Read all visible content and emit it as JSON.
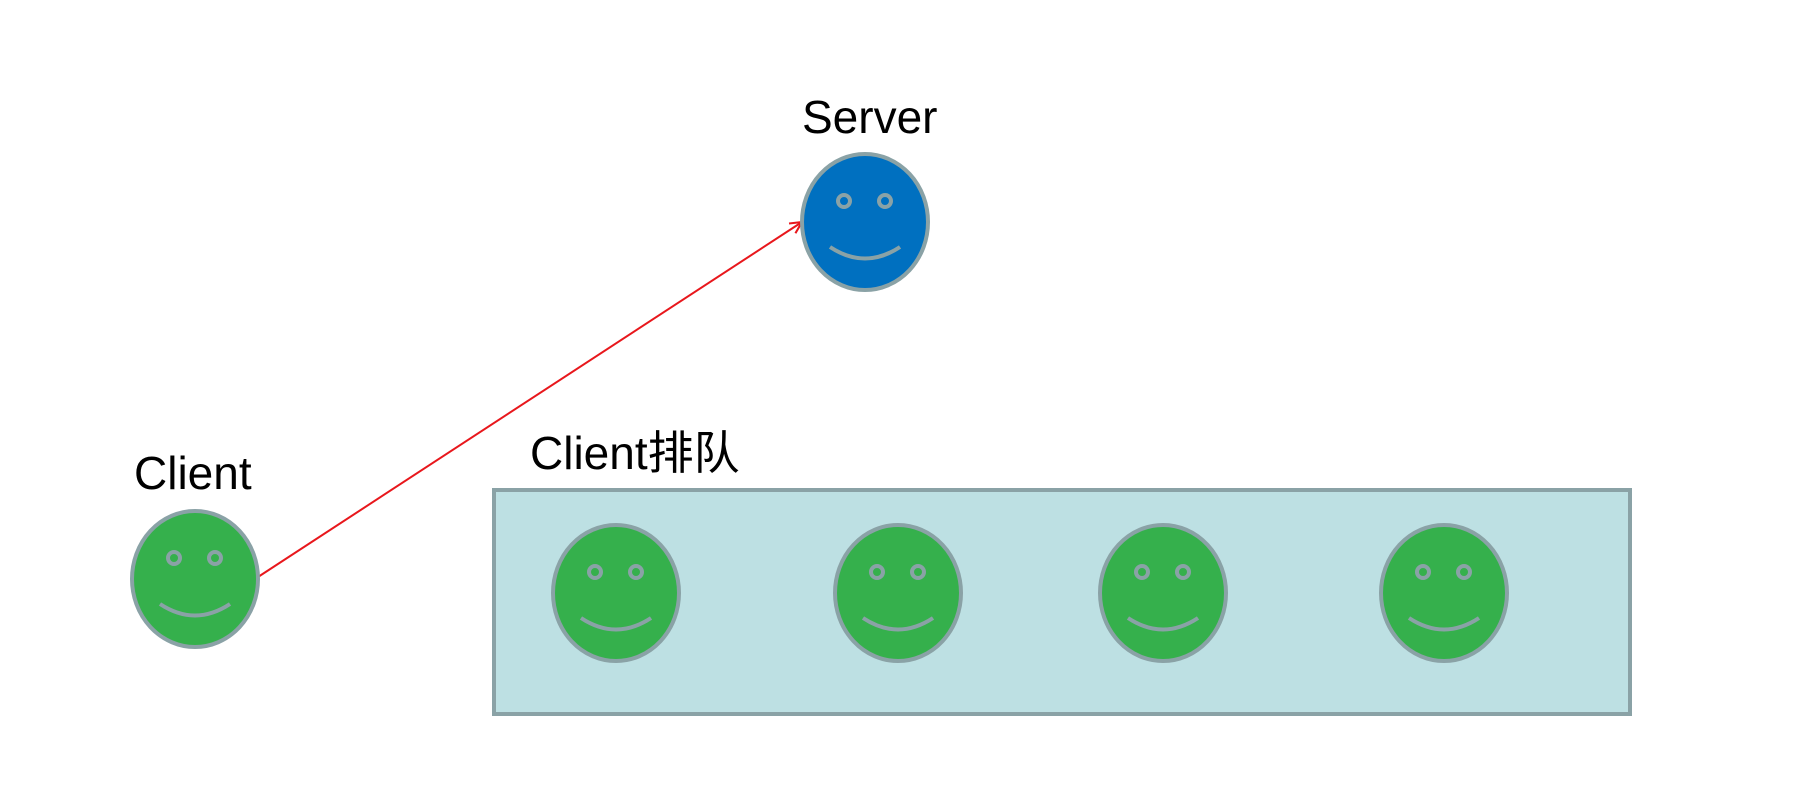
{
  "labels": {
    "server": "Server",
    "client": "Client",
    "queue": "Client排队"
  },
  "colors": {
    "server_face": "#0070c0",
    "client_face": "#35b04c",
    "face_outline": "#8aa2a6",
    "queue_fill": "#bde0e3",
    "queue_border": "#8aa2a6",
    "arrow": "#e8171c",
    "text": "#000000"
  },
  "icons": {
    "server": "smiley-face-icon",
    "client": "smiley-face-icon",
    "queued_clients": "smiley-face-icon"
  },
  "queue": {
    "client_count": 4
  }
}
